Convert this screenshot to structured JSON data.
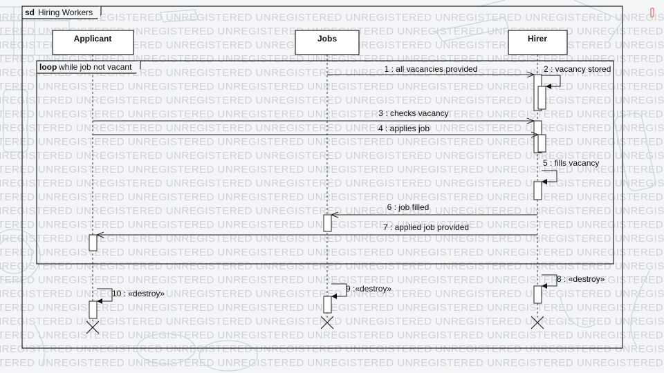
{
  "diagram": {
    "frame_kind": "sd",
    "frame_name": "Hiring Workers",
    "lifelines": [
      {
        "id": "applicant",
        "label": "Applicant"
      },
      {
        "id": "jobs",
        "label": "Jobs"
      },
      {
        "id": "hirer",
        "label": "Hirer"
      }
    ],
    "fragment": {
      "operator": "loop",
      "guard": "while job not vacant"
    },
    "messages": [
      {
        "n": 1,
        "label": "1 : all vacancies provided",
        "from": "jobs",
        "to": "hirer"
      },
      {
        "n": 2,
        "label": "2 : vacancy stored",
        "from": "hirer",
        "to": "hirer"
      },
      {
        "n": 3,
        "label": "3 : checks vacancy",
        "from": "applicant",
        "to": "hirer"
      },
      {
        "n": 4,
        "label": "4 : applies job",
        "from": "applicant",
        "to": "hirer"
      },
      {
        "n": 5,
        "label": "5 : fills vacancy",
        "from": "hirer",
        "to": "hirer"
      },
      {
        "n": 6,
        "label": "6 : job filled",
        "from": "hirer",
        "to": "jobs"
      },
      {
        "n": 7,
        "label": "7 : applied job provided",
        "from": "hirer",
        "to": "applicant"
      },
      {
        "n": 8,
        "label": "8 : «destroy»",
        "from": "hirer",
        "to": "hirer"
      },
      {
        "n": 9,
        "label": "9 :«destroy»",
        "from": "jobs",
        "to": "jobs"
      },
      {
        "n": 10,
        "label": "10 : «destroy»",
        "from": "applicant",
        "to": "applicant"
      }
    ]
  },
  "watermark_text": "UNREGISTERED",
  "colors": {
    "line": "#222222",
    "watermark": "#cdd2d6",
    "decor": "#c9d8de",
    "corner_mark": "#e05050"
  }
}
